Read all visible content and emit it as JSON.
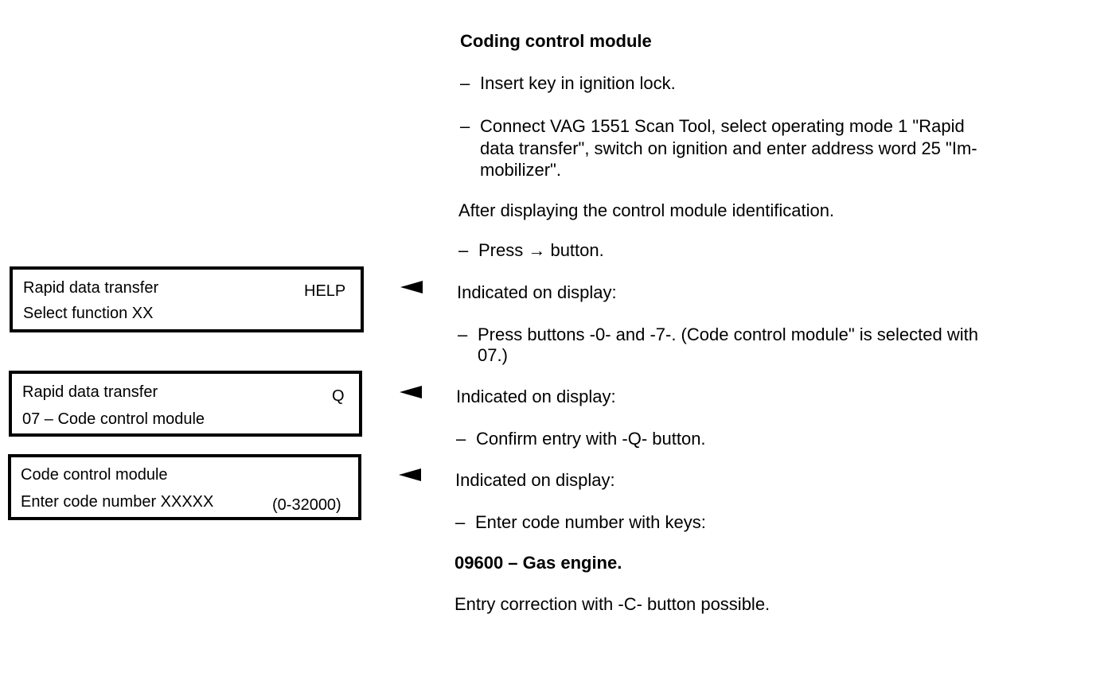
{
  "title": "Coding control module",
  "displays": [
    {
      "line1": "Rapid data transfer",
      "line2": "Select function XX",
      "right": "HELP"
    },
    {
      "line1": "Rapid data transfer",
      "line2": "07 – Code control module",
      "right": "Q"
    },
    {
      "line1": "Code control module",
      "line2": "Enter code number XXXXX",
      "right": "(0-32000)"
    }
  ],
  "steps": {
    "insert_key": "Insert key in ignition lock.",
    "connect_line1": "Connect VAG 1551 Scan Tool, select operating mode 1 \"Rapid",
    "connect_line2": "data transfer\", switch on ignition and enter address word 25 \"Im-",
    "connect_line3": "mobilizer\".",
    "after_display": "After displaying the control module identification.",
    "press_arrow": "Press → button.",
    "indicated_1": "Indicated on display:",
    "press_07_line1": "Press buttons -0- and -7-. (Code control module\" is selected with",
    "press_07_line2": "07.)",
    "indicated_2": "Indicated on display:",
    "confirm_q": "Confirm entry with -Q- button.",
    "indicated_3": "Indicated on display:",
    "enter_code": "Enter code number with keys:",
    "code_value": "09600 – Gas engine.",
    "correction": "Entry correction with -C- button possible."
  },
  "dash": "–"
}
